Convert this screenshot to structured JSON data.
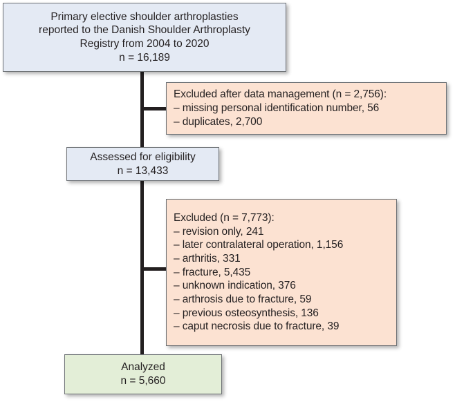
{
  "chart_data": {
    "type": "flowchart",
    "title": "Study flow diagram (Danish Shoulder Arthroplasty Registry)",
    "nodes": [
      {
        "id": "source",
        "color": "#e4eaf4",
        "lines": [
          "Primary elective shoulder arthroplasties",
          "reported to the Danish Shoulder Arthroplasty",
          "Registry from 2004 to 2020",
          "n = 16,189"
        ],
        "n": 16189
      },
      {
        "id": "excluded_1",
        "color": "#fce2d2",
        "lines": [
          "Excluded after data management (n = 2,756):",
          "– missing personal identification number, 56",
          "– duplicates, 2,700"
        ],
        "n": 2756
      },
      {
        "id": "assessed",
        "color": "#e4eaf4",
        "lines": [
          "Assessed for eligibility",
          "n = 13,433"
        ],
        "n": 13433
      },
      {
        "id": "excluded_2",
        "color": "#fce2d2",
        "lines": [
          "Excluded (n = 7,773):",
          "– revision only, 241",
          "– later contralateral operation, 1,156",
          "– arthritis, 331",
          "– fracture, 5,435",
          "– unknown indication, 376",
          "– arthrosis due to fracture, 59",
          "– previous osteosynthesis, 136",
          "– caput necrosis due to fracture, 39"
        ],
        "n": 7773
      },
      {
        "id": "analyzed",
        "color": "#e3eed7",
        "lines": [
          "Analyzed",
          "n = 5,660"
        ],
        "n": 5660
      }
    ]
  },
  "source_box": {
    "line1": "Primary elective shoulder arthroplasties",
    "line2": "reported to the Danish Shoulder Arthroplasty",
    "line3": "Registry from 2004 to 2020",
    "line4": "n = 16,189"
  },
  "excluded_box_1": {
    "line1": "Excluded after data management (n = 2,756):",
    "line2": "– missing personal identification number, 56",
    "line3": "– duplicates, 2,700"
  },
  "assessed_box": {
    "line1": "Assessed for eligibility",
    "line2": "n = 13,433"
  },
  "excluded_box_2": {
    "line1": "Excluded (n = 7,773):",
    "line2": "– revision only, 241",
    "line3": "– later contralateral operation, 1,156",
    "line4": "– arthritis, 331",
    "line5": "– fracture, 5,435",
    "line6": "– unknown indication, 376",
    "line7": "– arthrosis due to fracture, 59",
    "line8": "– previous osteosynthesis, 136",
    "line9": "– caput necrosis due to fracture, 39"
  },
  "analyzed_box": {
    "line1": "Analyzed",
    "line2": "n = 5,660"
  },
  "colors": {
    "included_fill": "#e4eaf4",
    "excluded_fill": "#fce2d2",
    "analyzed_fill": "#e3eed7",
    "border": "#6e7276",
    "connector": "#231f20",
    "text": "#231f20"
  }
}
